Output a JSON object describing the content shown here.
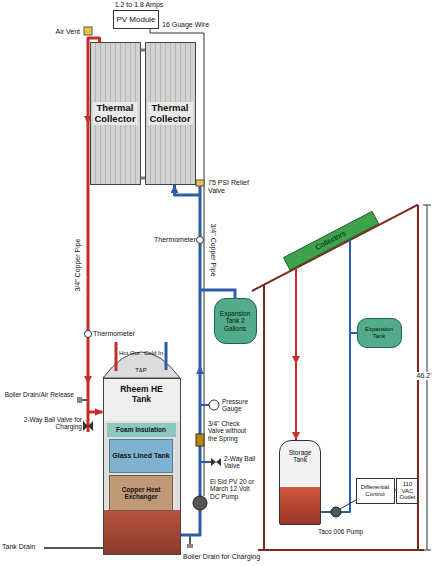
{
  "diagram": {
    "nodes": [
      {
        "text": [
          "PV Module"
        ]
      },
      {
        "text": [
          "Thermal Collector"
        ]
      },
      {
        "text": [
          "Thermal Collector"
        ]
      },
      {
        "text": [
          "Expansion Tank 2 Gallons"
        ]
      },
      {
        "text": [
          "Rheem HE Tank"
        ]
      },
      {
        "text": [
          "Foam Insulation"
        ],
        "in": 4
      },
      {
        "text": [
          "Glass Lined Tank"
        ],
        "in": 4
      },
      {
        "text": [
          "Copper Heat Exchanger"
        ],
        "in": 4
      },
      {
        "text": [
          "Collectors"
        ]
      },
      {
        "text": [
          "Expansion Tank"
        ]
      },
      {
        "text": [
          "Storage Tank"
        ]
      },
      {
        "text": [
          "Differential Control"
        ]
      },
      {
        "text": [
          "110 VAC Outlet"
        ]
      }
    ],
    "edges": [
      {
        "from": 1,
        "to": 4,
        "arrow": "to"
      },
      {
        "from": 4,
        "to": 2,
        "arrow": "to"
      },
      {
        "from": 8,
        "to": 10,
        "arrow": "to"
      },
      {
        "from": 10,
        "to": 8,
        "arrow": "none"
      },
      {
        "from": 11,
        "to": 12,
        "arrow": "none"
      }
    ],
    "labels": [
      "1.2 to 1.8 Amps",
      "16 Guage Wire",
      "Air Vent",
      "75 PSI Relief Valve",
      "Thermometer",
      "3/4\" Copper Pipe",
      "3/4\" Copper Pipe",
      "Thermometer",
      "Hot Out",
      "Cold In",
      "T&P",
      "Boiler Drain/Air Release",
      "2-Way Ball Valve for Charging",
      "Pressure Gauge",
      "3/4\" Check Valve without the Spring",
      "2-Way Ball Valve",
      "El Sid PV 20 or March 12 Volt DC Pump",
      "Tank Drain",
      "Boiler Drain for Charging",
      "46.2'",
      "Taco 006 Pump"
    ]
  }
}
